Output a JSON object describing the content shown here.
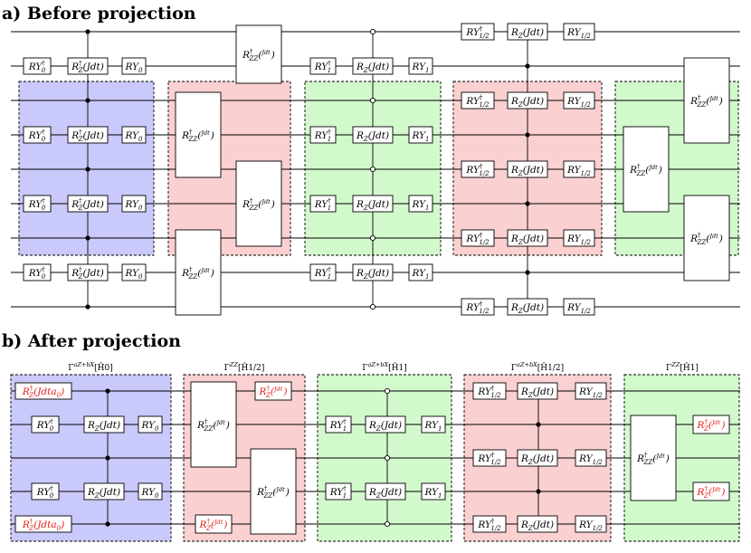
{
  "section_a": {
    "heading": "a) Before projection"
  },
  "section_b": {
    "heading": "b) After projection",
    "block_labels": [
      "Γ^{aZ+bX}[Ĥ_0]",
      "Γ^{ZZ}[Ĥ_{1/2}]",
      "Γ^{aZ+bX}[Ĥ_1]",
      "Γ^{aZ+bX}[Ĥ_{1/2}]",
      "Γ^{ZZ}[Ĥ_1]"
    ]
  },
  "gate_labels": {
    "ry0_dag": "RY₀†",
    "ry0": "RY₀",
    "ry1_dag": "RY₁†",
    "ry1": "RY₁",
    "ryhalf_dag": "RY†₁/₂",
    "ryhalf": "RY₁/₂",
    "rz_dag_jdt": "R†Z(Jdt)",
    "rz_jdt": "RZ(Jdt)",
    "rzz_dag_jdt2": "R†ZZ(Jdt/2)",
    "rz_dag_jdt2": "R†Z(Jdt/2)",
    "rz_dag_jdta0": "R†Z(Jdta₀)"
  },
  "colors": {
    "blue_block": "#c9c9fb",
    "red_block": "#fbd0d0",
    "green_block": "#d2f9cc",
    "red_text": "#e0201a"
  }
}
